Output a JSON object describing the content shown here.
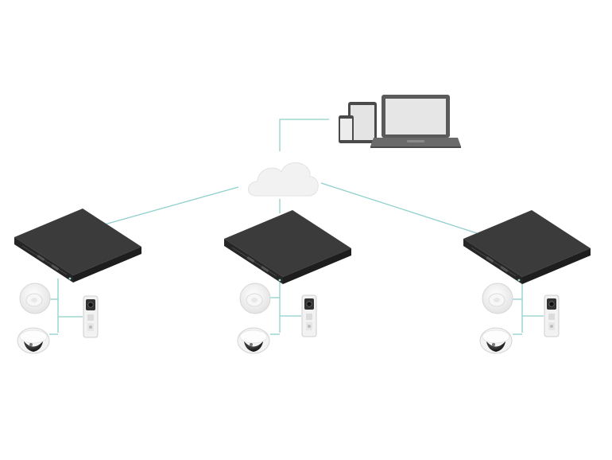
{
  "diagram": {
    "type": "network-topology",
    "colors": {
      "link": "#8fd0cc",
      "server_top": "#3a3a3a",
      "server_front": "#252525",
      "device_white": "#f3f3f3",
      "device_outline": "#cfcfcf",
      "cloud": "#f2f2f2",
      "laptop_frame": "#5a5a5a",
      "laptop_screen": "#e6e6e6"
    },
    "nodes": [
      {
        "id": "client-devices",
        "icon": "laptop-tablet-phone-icon"
      },
      {
        "id": "cloud",
        "icon": "cloud-icon"
      },
      {
        "id": "site-left",
        "icon": "rack-server-icon",
        "peripherals": [
          "motion-sensor-icon",
          "dome-camera-icon",
          "door-station-icon"
        ]
      },
      {
        "id": "site-center",
        "icon": "rack-server-icon",
        "peripherals": [
          "motion-sensor-icon",
          "dome-camera-icon",
          "door-station-icon"
        ]
      },
      {
        "id": "site-right",
        "icon": "rack-server-icon",
        "peripherals": [
          "motion-sensor-icon",
          "dome-camera-icon",
          "door-station-icon"
        ]
      }
    ],
    "links": [
      {
        "from": "cloud",
        "to": "client-devices"
      },
      {
        "from": "cloud",
        "to": "site-left"
      },
      {
        "from": "cloud",
        "to": "site-center"
      },
      {
        "from": "cloud",
        "to": "site-right"
      }
    ]
  }
}
